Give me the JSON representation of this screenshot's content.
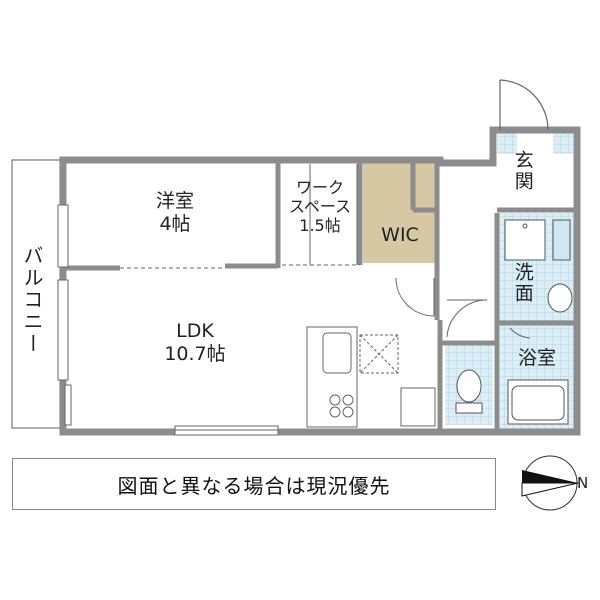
{
  "rooms": {
    "western_room": {
      "name": "洋室",
      "size": "4帖"
    },
    "work_space": {
      "line1": "ワーク",
      "line2": "スペース",
      "size": "1.5帖"
    },
    "wic": "WIC",
    "ldk": {
      "name": "LDK",
      "size": "10.7帖"
    },
    "entrance": "玄関",
    "washroom": "洗面",
    "bathroom": "浴室",
    "balcony": "バルコニー"
  },
  "note": "図面と異なる場合は現況優先",
  "compass": {
    "label": "N",
    "icon": "north-arrow-icon"
  },
  "colors": {
    "wall": "#8c8c8c",
    "floor": "#ffffff",
    "wic_fill": "#d6c8a3",
    "wet_area_fill": "#dcedf5",
    "wet_area_tile": "#a9cfe0"
  }
}
